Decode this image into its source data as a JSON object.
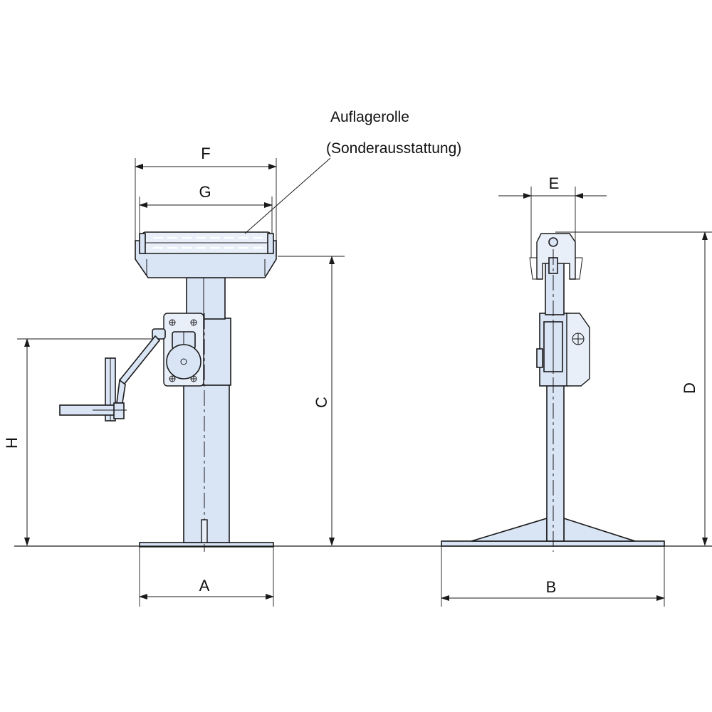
{
  "callout": {
    "line1": "Auflagerolle",
    "line2": "(Sonderausstattung)"
  },
  "dimensions": {
    "A": "A",
    "B": "B",
    "C": "C",
    "D": "D",
    "E": "E",
    "F": "F",
    "G": "G",
    "H": "H"
  },
  "colors": {
    "part_fill": "#d9e4f5",
    "line": "#1a1a1a"
  }
}
